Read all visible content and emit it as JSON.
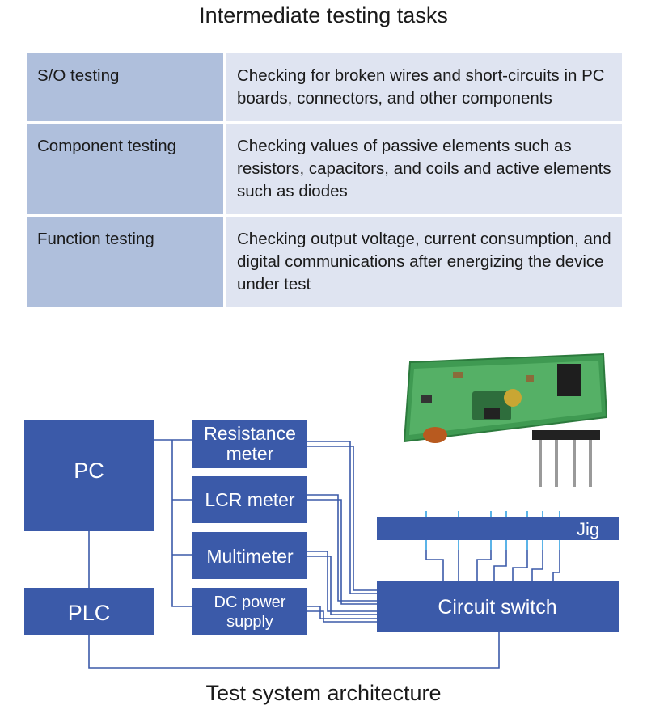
{
  "table": {
    "title": "Intermediate testing tasks",
    "rows": [
      {
        "name": "S/O testing",
        "description": "Checking for broken wires and short-circuits in PC boards, connectors, and other components"
      },
      {
        "name": "Component testing",
        "description": "Checking values of passive elements such as resistors, capacitors, and coils and active elements such as diodes"
      },
      {
        "name": "Function testing",
        "description": "Checking output voltage, current consumption, and digital communications after energizing the device under test"
      }
    ]
  },
  "diagram": {
    "title": "Test system architecture",
    "pc": "PC",
    "plc": "PLC",
    "resistance_meter": [
      "Resistance",
      "meter"
    ],
    "lcr_meter": "LCR meter",
    "multimeter": "Multimeter",
    "dc_power_supply": [
      "DC power",
      "supply"
    ],
    "circuit_switch": "Circuit switch",
    "jig": "Jig",
    "colors": {
      "box": "#3b5aa9",
      "probe": "#5bb4e8",
      "table_name": "#afbfdc",
      "table_desc": "#dfe4f1"
    }
  }
}
